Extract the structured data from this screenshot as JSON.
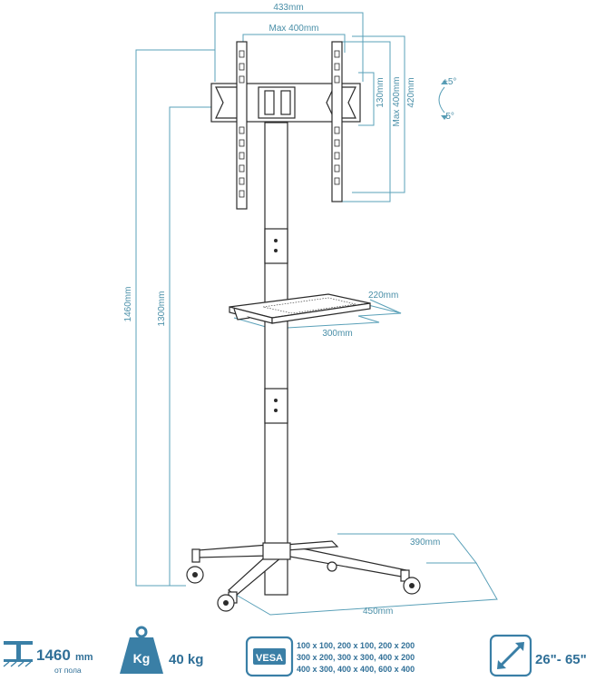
{
  "dimensions": {
    "overall_width": "433mm",
    "vesa_width": "Max 400mm",
    "bracket_height": "130mm",
    "vesa_height": "Max 400mm",
    "overall_height": "420mm",
    "tilt_up": "+5°",
    "tilt_down": "-5°",
    "total_height": "1460mm",
    "center_height": "1300mm",
    "shelf_depth": "220mm",
    "shelf_width": "300mm",
    "base_depth": "390mm",
    "base_width": "450mm"
  },
  "specs": {
    "height_value": "1460",
    "height_unit": "mm",
    "height_note": "от пола",
    "weight_icon_label": "Kg",
    "weight_value": "40 kg",
    "vesa_badge": "VESA",
    "vesa_rows": [
      "100 x 100, 200 x 100, 200 x 200",
      "300 x 200, 300 x 300, 400 x 200",
      "400 x 300, 400 x 400, 600 x 400"
    ],
    "screen_size": "26\"- 65\""
  },
  "colors": {
    "accent": "#2f6f97",
    "dimension": "#4a8fa8",
    "ink": "#2b2b2b"
  }
}
